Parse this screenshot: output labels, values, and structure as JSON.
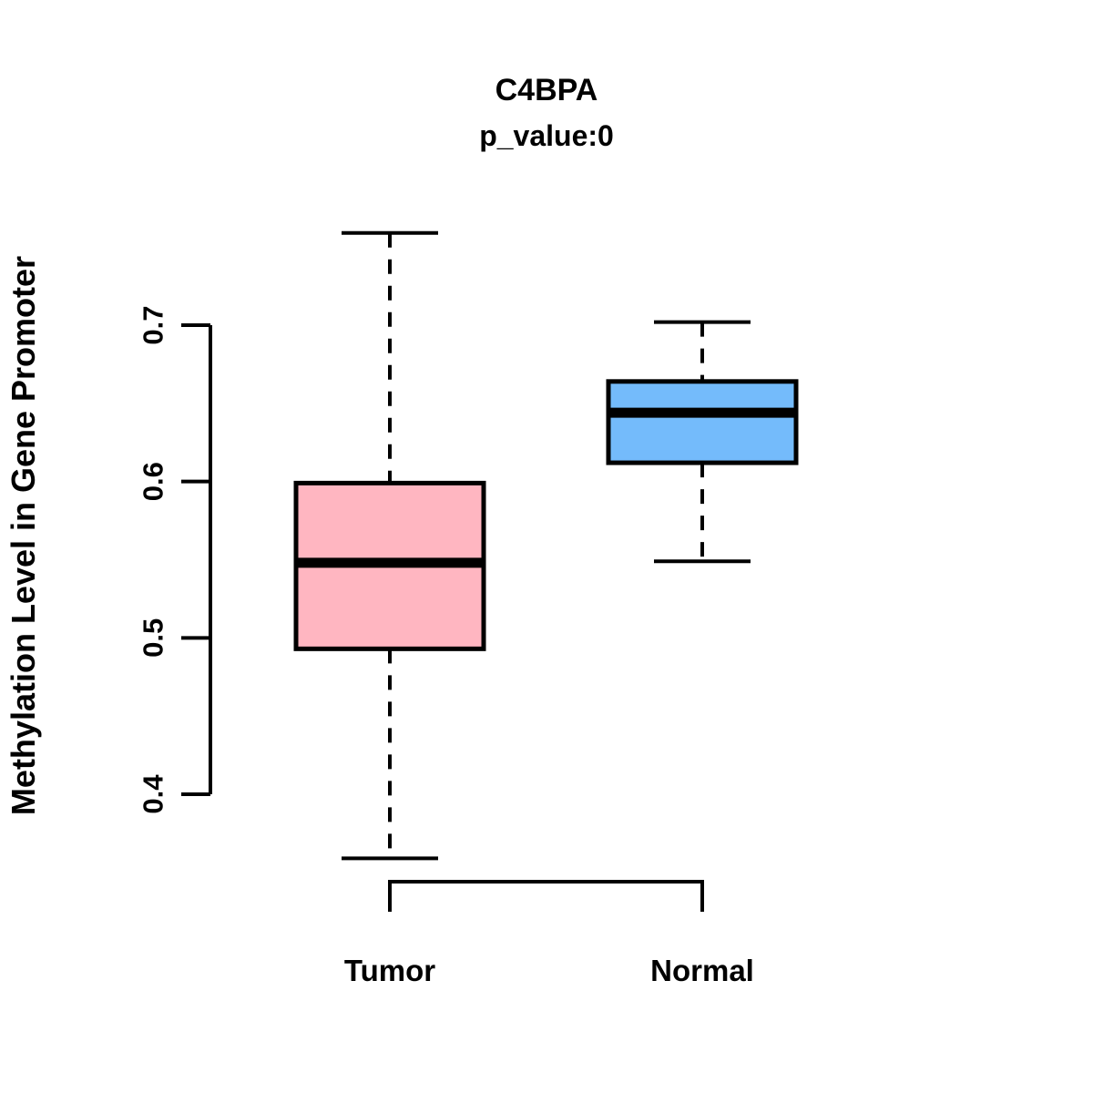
{
  "chart_data": {
    "type": "box",
    "title": "C4BPA",
    "subtitle": "p_value:0",
    "xlabel": "",
    "ylabel": "Methylation Level in Gene Promoter",
    "categories": [
      "Tumor",
      "Normal"
    ],
    "ylim": [
      0.355,
      0.765
    ],
    "yticks": [
      0.4,
      0.5,
      0.6,
      0.7
    ],
    "ytick_labels": [
      "0.4",
      "0.5",
      "0.6",
      "0.7"
    ],
    "grid": false,
    "legend": "none",
    "boxes": [
      {
        "name": "Tumor",
        "fill": "#FFB6C1",
        "min": 0.359,
        "q1": 0.493,
        "median": 0.548,
        "q3": 0.599,
        "max": 0.759,
        "outliers": []
      },
      {
        "name": "Normal",
        "fill": "#74BBFB",
        "min": 0.549,
        "q1": 0.612,
        "median": 0.644,
        "q3": 0.664,
        "max": 0.702,
        "outliers": []
      }
    ]
  },
  "colors": {
    "tumor_fill": "#FFB6C1",
    "normal_fill": "#74BBFB",
    "stroke": "#000000",
    "background": "#FFFFFF"
  }
}
